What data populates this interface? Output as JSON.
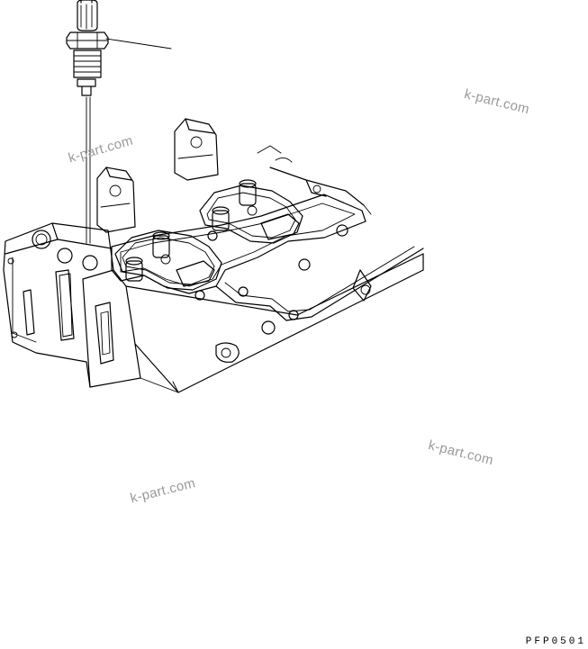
{
  "diagram": {
    "figure_code": "PFP0501",
    "watermarks": [
      "k-part.com",
      "k-part.com",
      "k-part.com",
      "k-part.com"
    ]
  },
  "parts": [
    {
      "name": "sensor-connector"
    },
    {
      "name": "cylinder-head"
    }
  ]
}
